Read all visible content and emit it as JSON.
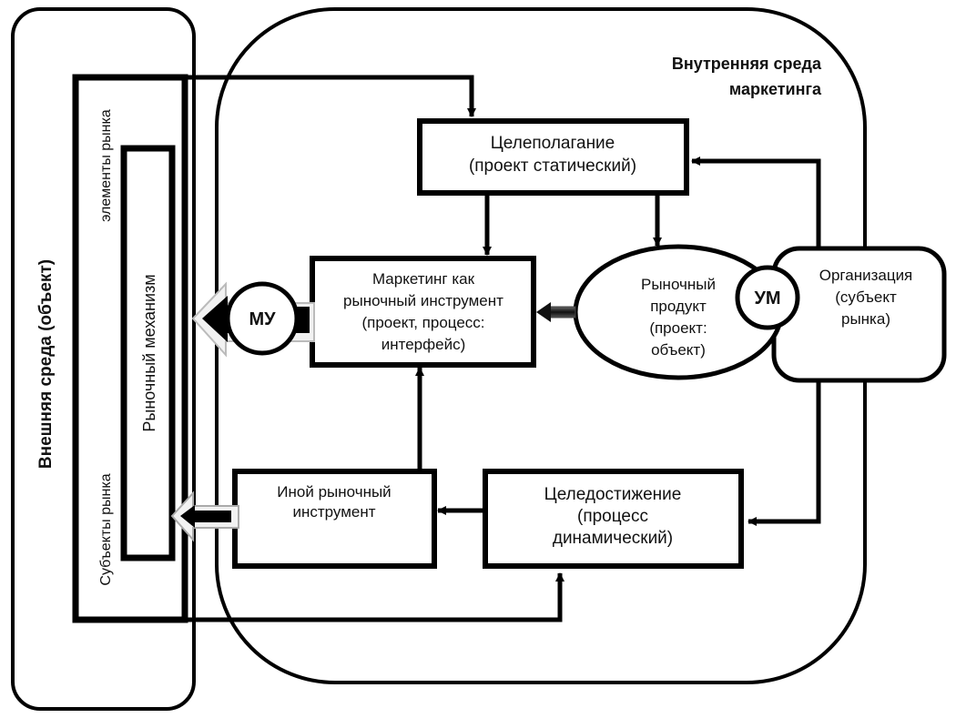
{
  "outer_env": {
    "label": "Внешняя  среда  (объект)"
  },
  "market_frame": {
    "top_label": "элементы рынка",
    "bottom_label": "Субъекты рынка"
  },
  "market_mechanism": {
    "label": "Рыночный механизм"
  },
  "inner_env": {
    "label_line1": "Внутренняя среда",
    "label_line2": "маркетинга"
  },
  "goal_setting": {
    "line1": "Целеполагание",
    "line2": "(проект статический)"
  },
  "marketing_tool": {
    "line1": "Маркетинг как",
    "line2": "рыночный инструмент",
    "line3": "(проект, процесс:",
    "line4": "интерфейс)"
  },
  "market_product": {
    "line1": "Рыночный",
    "line2": "продукт",
    "line3": "(проект:",
    "line4": "объект)"
  },
  "um_node": {
    "label": "УМ"
  },
  "mu_node": {
    "label": "МУ"
  },
  "organization": {
    "line1": "Организация",
    "line2": "(субъект",
    "line3": "рынка)"
  },
  "other_tool": {
    "line1": "Иной рыночный",
    "line2": "инструмент"
  },
  "goal_achievement": {
    "line1": "Целедостижение",
    "line2": "(процесс",
    "line3": "динамический)"
  }
}
